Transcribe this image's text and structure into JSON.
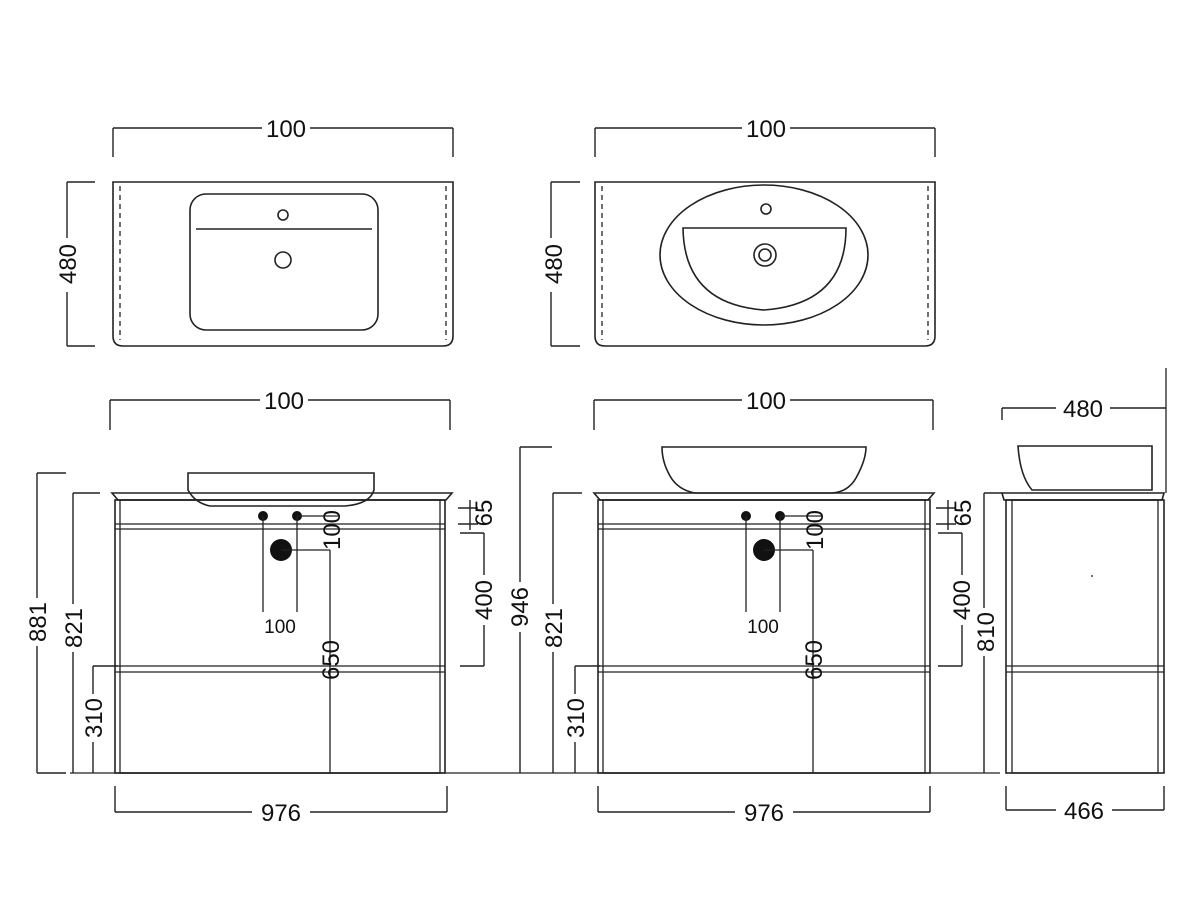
{
  "top_view_left": {
    "width_label": "100",
    "depth_label": "480"
  },
  "top_view_right": {
    "width_label": "100",
    "depth_label": "480"
  },
  "front_view_left": {
    "top_width_label": "100",
    "bottom_width_label": "976",
    "total_height_label": "881",
    "cabinet_height_label": "821",
    "drawer_height_label": "310",
    "top_thickness_label": "65",
    "upper_drawer_label": "400",
    "drain_height_label": "650",
    "tap_spacing_vertical_label": "100",
    "tap_spacing_horizontal_label": "100"
  },
  "front_view_right": {
    "top_width_label": "100",
    "bottom_width_label": "976",
    "total_height_label": "946",
    "cabinet_height_label": "821",
    "drawer_height_label": "310",
    "top_thickness_label": "65",
    "upper_drawer_label": "400",
    "drain_height_label": "650",
    "tap_spacing_vertical_label": "100",
    "tap_spacing_horizontal_label": "100"
  },
  "side_view": {
    "top_depth_label": "480",
    "bottom_depth_label": "466",
    "height_label": "810"
  }
}
